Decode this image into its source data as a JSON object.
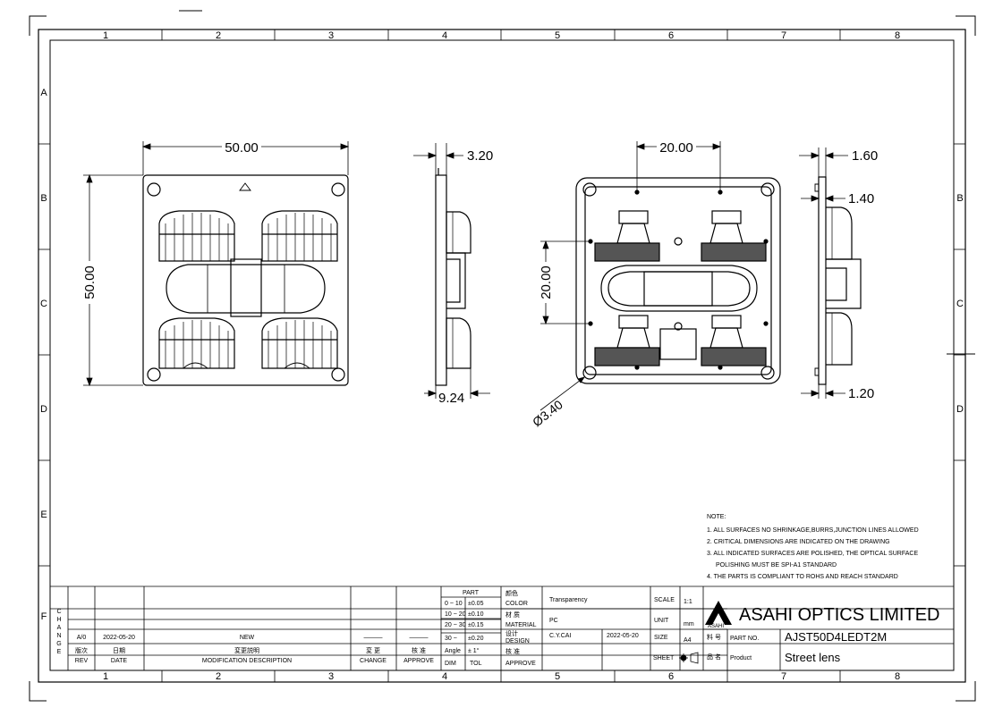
{
  "zones": {
    "cols": [
      "1",
      "2",
      "3",
      "4",
      "5",
      "6",
      "7",
      "8"
    ],
    "rows": [
      "A",
      "B",
      "C",
      "D",
      "E",
      "F"
    ]
  },
  "views": {
    "front": {
      "width": "50.00",
      "height": "50.00"
    },
    "side": {
      "thickness": "3.20",
      "depth": "9.24"
    },
    "back": {
      "hole_spacing_x": "20.00",
      "hole_spacing_y": "20.00",
      "hole_dia": "Ø3.40"
    },
    "right": {
      "dim_a": "1.60",
      "dim_b": "1.40",
      "dim_c": "1.20"
    }
  },
  "notes": {
    "title": "NOTE:",
    "items": [
      "1. ALL SURFACES NO SHRINKAGE,BURRS,JUNCTION LINES ALLOWED",
      "2. CRITICAL DIMENSIONS ARE INDICATED ON THE DRAWING",
      "3. ALL INDICATED SURFACES ARE POLISHED, THE OPTICAL SURFACE",
      "POLISHING MUST BE SPI-A1 STANDARD",
      "4. THE PARTS IS COMPLIANT TO ROHS AND REACH STANDARD"
    ]
  },
  "revision": {
    "change_letters": [
      "C",
      "H",
      "A",
      "N",
      "G",
      "E"
    ],
    "rev": "A/0",
    "date": "2022-05-20",
    "description": "NEW",
    "change_mark": "———",
    "approve_mark": "———",
    "hdr_rev_cn": "版次",
    "hdr_rev_en": "REV",
    "hdr_date_cn": "日期",
    "hdr_date_en": "DATE",
    "hdr_desc_cn": "変更説明",
    "hdr_desc_en": "MODIFICATION  DESCRIPTION",
    "hdr_change_cn": "変 更",
    "hdr_change_en": "CHANGE",
    "hdr_approve_cn": "核 准",
    "hdr_approve_en": "APPROVE"
  },
  "tolerance": {
    "header": "PART",
    "rows": [
      [
        "0 ~ 10",
        "±0.05"
      ],
      [
        "10 ~ 20",
        "±0.10"
      ],
      [
        "20 ~ 30",
        "±0.15"
      ],
      [
        "30 ~",
        "±0.20"
      ],
      [
        "Angle",
        "± 1°"
      ],
      [
        "DIM",
        "TOL"
      ]
    ]
  },
  "titleblock": {
    "color_cn": "颜色",
    "color_en": "COLOR",
    "color_val": "Transparency",
    "material_cn": "材 质",
    "material_en": "MATERIAL",
    "material_val": "PC",
    "design_cn": "设计",
    "design_en": "DESIGN",
    "designer": "C.Y.CAI",
    "design_date": "2022-05-20",
    "approve_cn": "核 准",
    "approve_en": "APPROVE",
    "scale_label": "SCALE",
    "scale_val": "1:1",
    "unit_label": "UNIT",
    "unit_val": "mm",
    "size_label": "SIZE",
    "size_val": "A4",
    "sheet_label": "SHEET",
    "company": "ASAHI OPTICS LIMITED",
    "logo_text": "ASAHI",
    "partno_cn": "料 号",
    "partno_label": "PART NO.",
    "partno_val": "AJST50D4LEDT2M",
    "product_cn": "品 名",
    "product_label": "Product",
    "product_val": "Street lens"
  }
}
